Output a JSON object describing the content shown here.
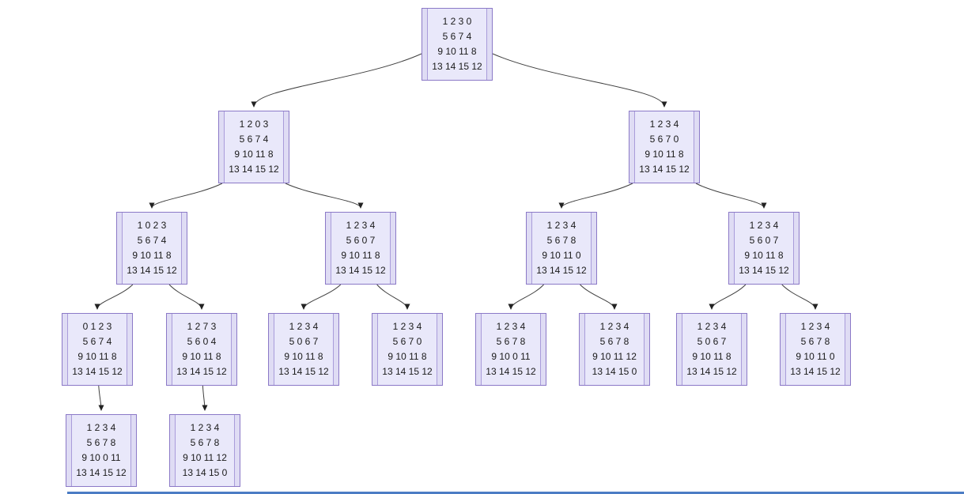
{
  "diagram": {
    "type": "tree",
    "colors": {
      "background": "#ffffff",
      "node_fill": "#e9e8fa",
      "node_stripe": "#dfdcf4",
      "node_border": "#8b79c7",
      "node_inner_line": "#a99cda",
      "edge": "#3f3f3f",
      "arrowhead": "#222222",
      "bottom_strip": "#4b7cc4"
    },
    "nodes": [
      {
        "id": "n0",
        "parent": null,
        "rows": [
          "1 2 3 0",
          "5 6 7 4",
          "9 10 11 8",
          "13 14 15 12"
        ]
      },
      {
        "id": "n1",
        "parent": "n0",
        "rows": [
          "1 2 0 3",
          "5 6 7 4",
          "9 10 11 8",
          "13 14 15 12"
        ]
      },
      {
        "id": "n2",
        "parent": "n0",
        "rows": [
          "1 2 3 4",
          "5 6 7 0",
          "9 10 11 8",
          "13 14 15 12"
        ]
      },
      {
        "id": "n3",
        "parent": "n1",
        "rows": [
          "1 0 2 3",
          "5 6 7 4",
          "9 10 11 8",
          "13 14 15 12"
        ]
      },
      {
        "id": "n4",
        "parent": "n1",
        "rows": [
          "1 2 3 4",
          "5 6 0 7",
          "9 10 11 8",
          "13 14 15 12"
        ]
      },
      {
        "id": "n5",
        "parent": "n2",
        "rows": [
          "1 2 3 4",
          "5 6 7 8",
          "9 10 11 0",
          "13 14 15 12"
        ]
      },
      {
        "id": "n6",
        "parent": "n2",
        "rows": [
          "1 2 3 4",
          "5 6 0 7",
          "9 10 11 8",
          "13 14 15 12"
        ]
      },
      {
        "id": "n7",
        "parent": "n3",
        "rows": [
          "0 1 2 3",
          "5 6 7 4",
          "9 10 11 8",
          "13 14 15 12"
        ]
      },
      {
        "id": "n8",
        "parent": "n3",
        "rows": [
          "1 2 7 3",
          "5 6 0 4",
          "9 10 11 8",
          "13 14 15 12"
        ]
      },
      {
        "id": "n9",
        "parent": "n4",
        "rows": [
          "1 2 3 4",
          "5 0 6 7",
          "9 10 11 8",
          "13 14 15 12"
        ]
      },
      {
        "id": "n10",
        "parent": "n4",
        "rows": [
          "1 2 3 4",
          "5 6 7 0",
          "9 10 11 8",
          "13 14 15 12"
        ]
      },
      {
        "id": "n11",
        "parent": "n5",
        "rows": [
          "1 2 3 4",
          "5 6 7 8",
          "9 10 0 11",
          "13 14 15 12"
        ]
      },
      {
        "id": "n12",
        "parent": "n5",
        "rows": [
          "1 2 3 4",
          "5 6 7 8",
          "9 10 11 12",
          "13 14 15 0"
        ]
      },
      {
        "id": "n13",
        "parent": "n6",
        "rows": [
          "1 2 3 4",
          "5 0 6 7",
          "9 10 11 8",
          "13 14 15 12"
        ]
      },
      {
        "id": "n14",
        "parent": "n6",
        "rows": [
          "1 2 3 4",
          "5 6 7 8",
          "9 10 11 0",
          "13 14 15 12"
        ]
      },
      {
        "id": "n15",
        "parent": "n7",
        "rows": [
          "1 2 3 4",
          "5 6 7 8",
          "9 10 0 11",
          "13 14 15 12"
        ]
      },
      {
        "id": "n16",
        "parent": "n8",
        "rows": [
          "1 2 3 4",
          "5 6 7 8",
          "9 10 11 12",
          "13 14 15 0"
        ]
      }
    ]
  }
}
